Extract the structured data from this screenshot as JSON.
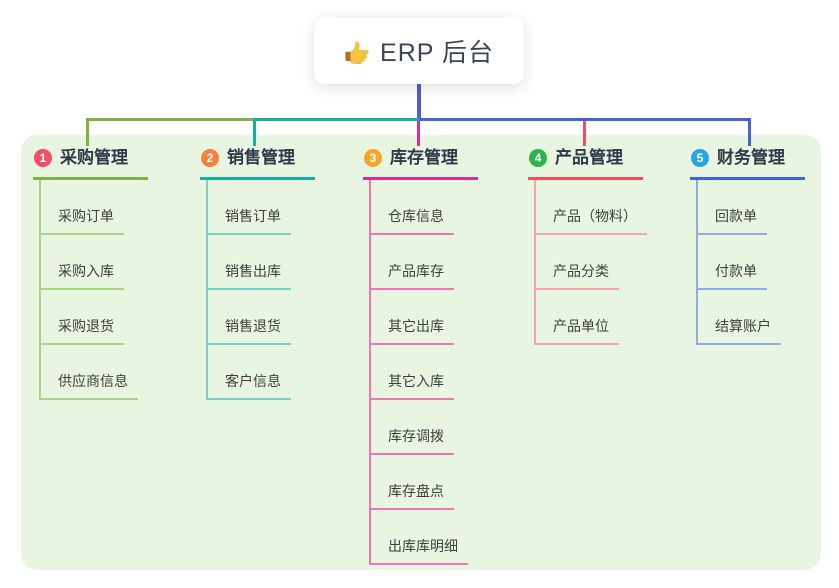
{
  "root": {
    "title": "ERP 后台",
    "icon": "thumbs-up-icon",
    "line_color": "#515ed2"
  },
  "canvas": {
    "background": "#ffffff",
    "panel_background": "#e7f5e1"
  },
  "branches": [
    {
      "num": "1",
      "title": "采购管理",
      "badge_color": "#f25068",
      "line_color": "#7cb342",
      "child_line_color": "#a9d488",
      "children": [
        "采购订单",
        "采购入库",
        "采购退货",
        "供应商信息"
      ]
    },
    {
      "num": "2",
      "title": "销售管理",
      "badge_color": "#f6813e",
      "line_color": "#12b0a0",
      "child_line_color": "#7ad2c8",
      "children": [
        "销售订单",
        "销售出库",
        "销售退货",
        "客户信息"
      ]
    },
    {
      "num": "3",
      "title": "库存管理",
      "badge_color": "#f8a42a",
      "line_color": "#d62f94",
      "child_line_color": "#f075b7",
      "children": [
        "仓库信息",
        "产品库存",
        "其它出库",
        "其它入库",
        "库存调拨",
        "库存盘点",
        "出库库明细"
      ]
    },
    {
      "num": "4",
      "title": "产品管理",
      "badge_color": "#2eb44c",
      "line_color": "#f54b5f",
      "child_line_color": "#f8a3aa",
      "children": [
        "产品（物料）",
        "产品分类",
        "产品单位"
      ]
    },
    {
      "num": "5",
      "title": "财务管理",
      "badge_color": "#27a5e2",
      "line_color": "#4164d9",
      "child_line_color": "#93a9e2",
      "children": [
        "回款单",
        "付款单",
        "结算账户"
      ]
    }
  ]
}
